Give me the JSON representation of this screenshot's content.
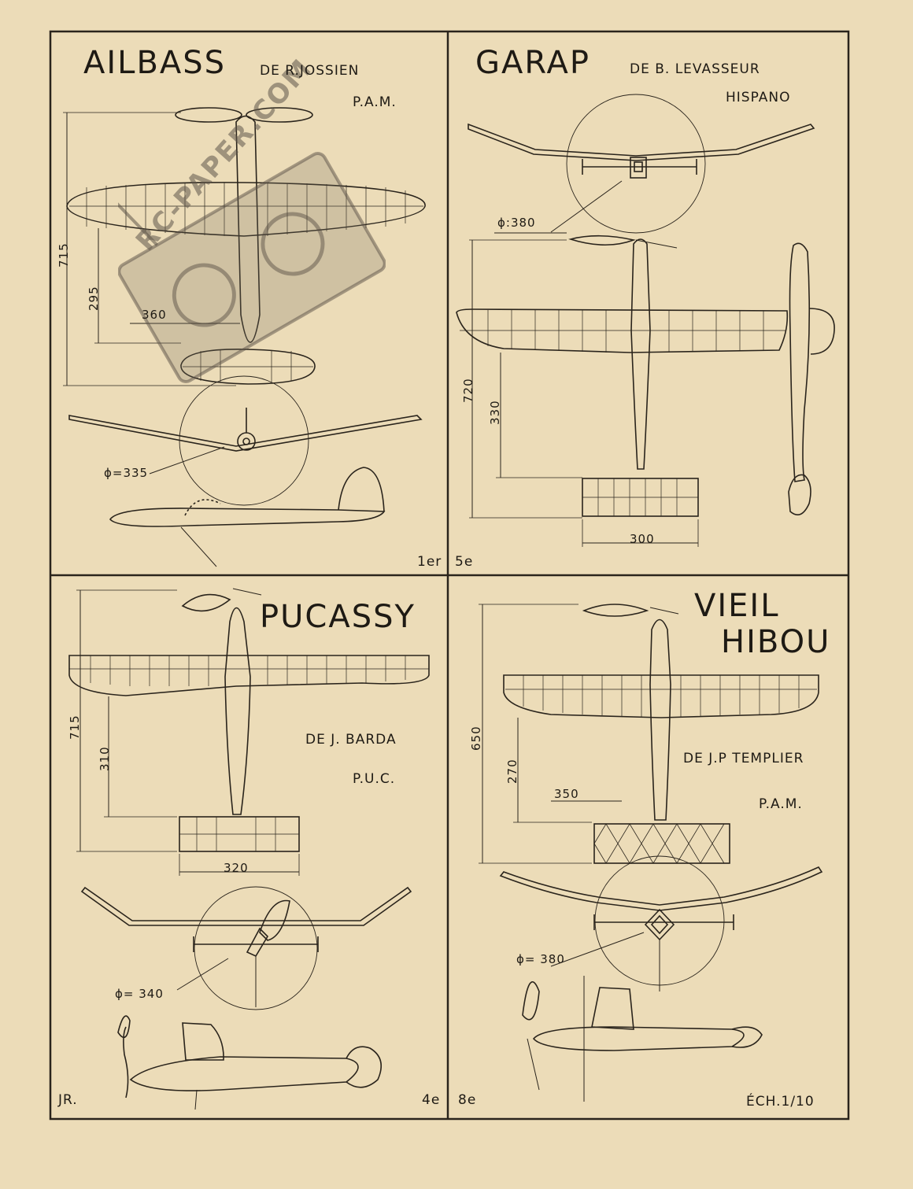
{
  "panels": [
    {
      "title": "AILBASS",
      "designer": "DE R.JOSSIEN",
      "club": "P.A.M.",
      "dims": [
        "715",
        "295",
        "360"
      ],
      "prop_diameter": "ϕ=335",
      "class_marks": [
        "1er",
        "5e"
      ]
    },
    {
      "title": "GARAP",
      "designer": "DE B. LEVASSEUR",
      "club": "HISPANO",
      "dims": [
        "720",
        "330",
        "300"
      ],
      "prop_diameter": "ϕ:380"
    },
    {
      "title": "PUCASSY",
      "designer": "DE J. BARDA",
      "club": "P.U.C.",
      "dims": [
        "715",
        "310",
        "320"
      ],
      "prop_diameter": "ϕ= 340",
      "signature": "JR.",
      "class_mark": "4e"
    },
    {
      "title_line1": "VIEIL",
      "title_line2": "HIBOU",
      "designer": "DE J.P TEMPLIER",
      "club": "P.A.M.",
      "dims": [
        "650",
        "270",
        "350"
      ],
      "prop_diameter": "ϕ= 380",
      "class_mark": "8e"
    }
  ],
  "scale": "ÉCH.1/10",
  "watermark": "RC-PAPER.COM",
  "colors": {
    "paper": "#ecdcb8",
    "ink": "#1e1a14"
  }
}
